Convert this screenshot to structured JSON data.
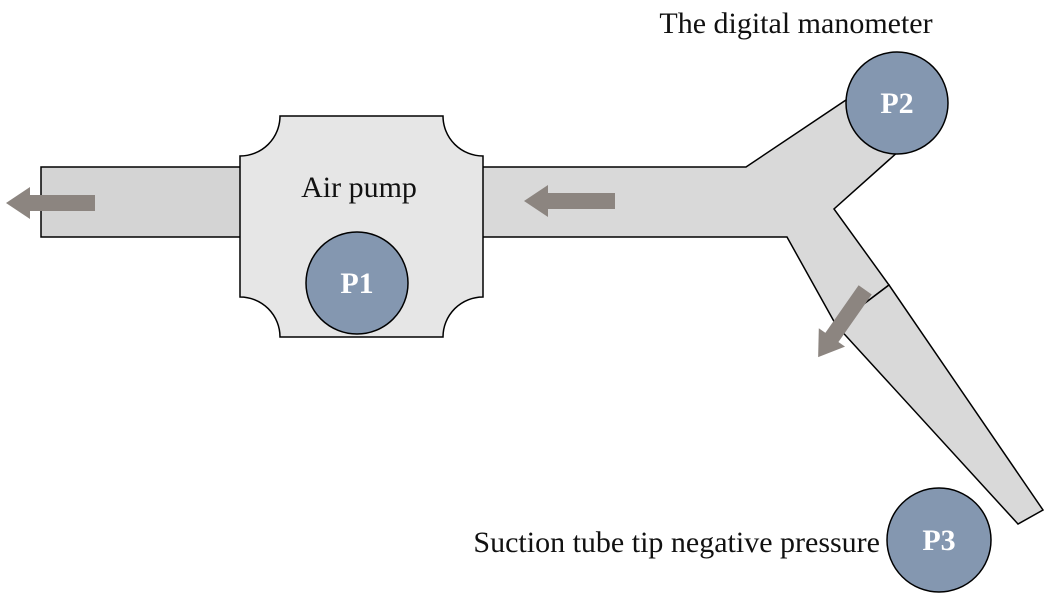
{
  "diagram": {
    "labels": {
      "manometer": "The digital manometer",
      "pump": "Air pump",
      "tip": "Suction tube tip negative pressure"
    },
    "nodes": {
      "p1": "P1",
      "p2": "P2",
      "p3": "P3"
    },
    "colors": {
      "tube_fill": "#d9d9d9",
      "pump_fill": "#e6e6e6",
      "outline": "#000000",
      "node_fill": "#8497b0",
      "node_text": "#ffffff",
      "arrow": "#8c8580"
    }
  }
}
